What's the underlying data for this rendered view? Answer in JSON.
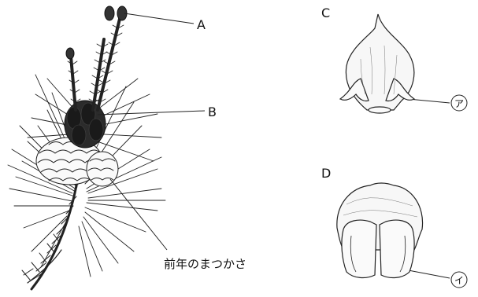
{
  "labels": {
    "a": "A",
    "b": "B",
    "c": "C",
    "d": "D",
    "previous_year_cone": "前年のまつかさ",
    "part_a": "ア",
    "part_i": "イ"
  }
}
